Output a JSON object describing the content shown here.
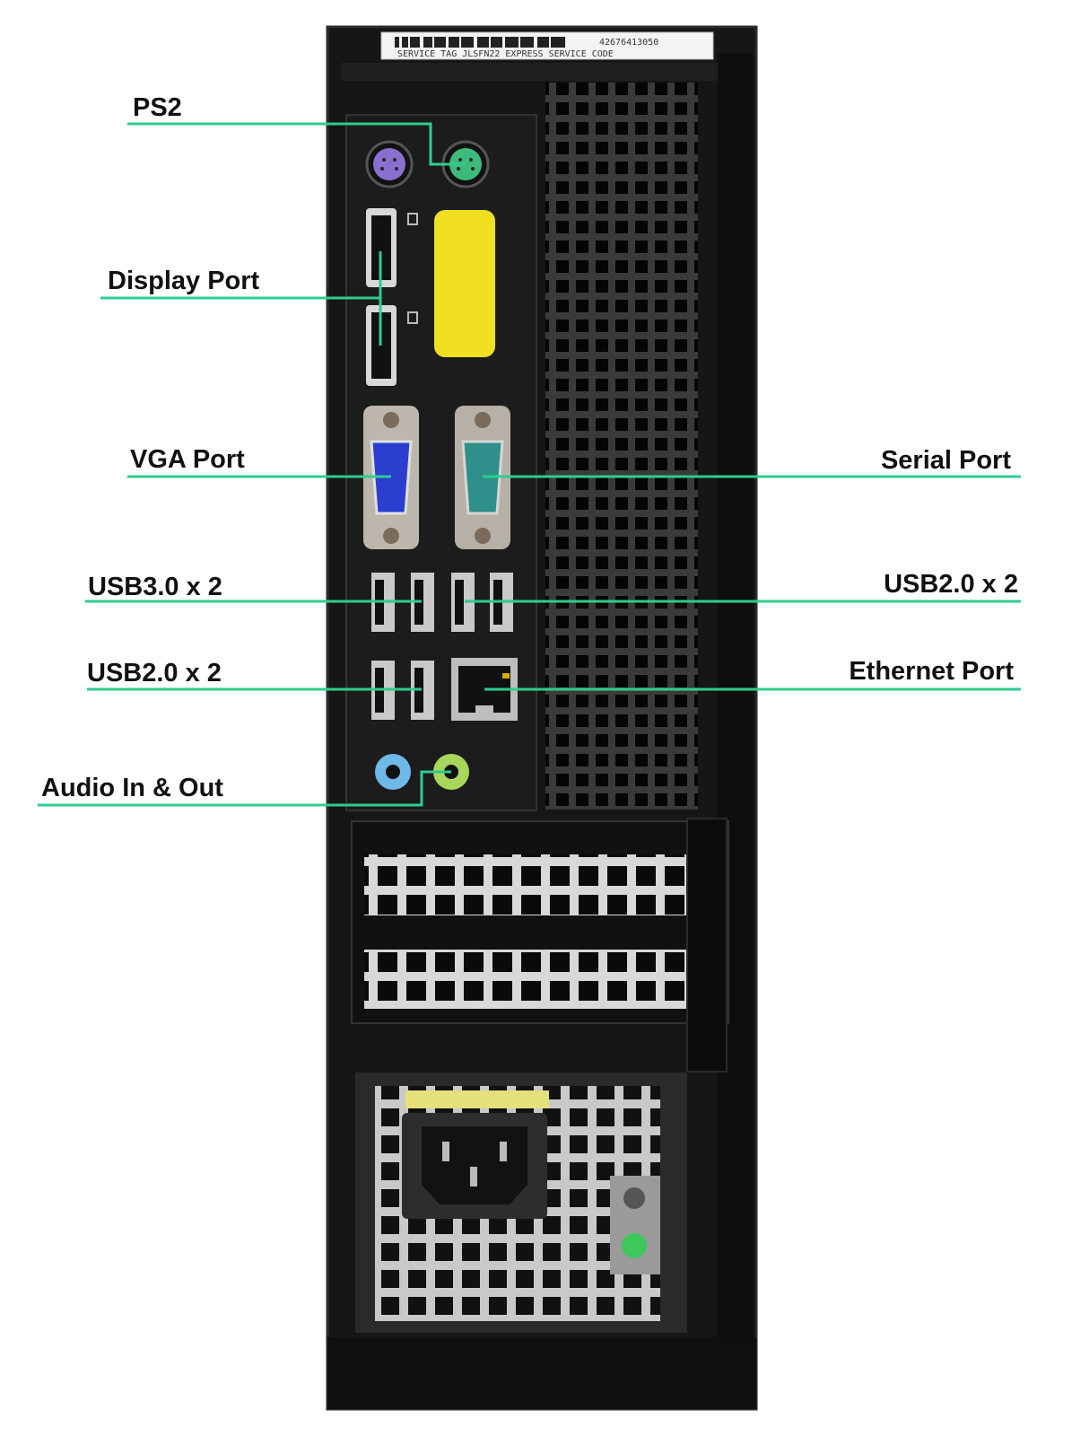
{
  "service_tag": {
    "number": "42676413050",
    "caption": "SERVICE  TAG JLSFN22  EXPRESS SERVICE CODE"
  },
  "labels": {
    "ps2": "PS2",
    "display_port": "Display Port",
    "vga_port": "VGA Port",
    "usb30": "USB3.0 x 2",
    "usb20_left": "USB2.0 x 2",
    "audio": "Audio In & Out",
    "serial_port": "Serial Port",
    "usb20_right": "USB2.0 x 2",
    "ethernet_port": "Ethernet Port"
  },
  "colors": {
    "leader_line": "#2ecc8f",
    "chassis": "#1a1a1a",
    "ps2_keyboard": "#8a6fd0",
    "ps2_mouse": "#3dbb7d",
    "vga": "#2a3fd0",
    "serial": "#2f8f8a",
    "audio_in": "#6fb9e8",
    "audio_out": "#a8d65a",
    "sticker": "#f0e021"
  }
}
